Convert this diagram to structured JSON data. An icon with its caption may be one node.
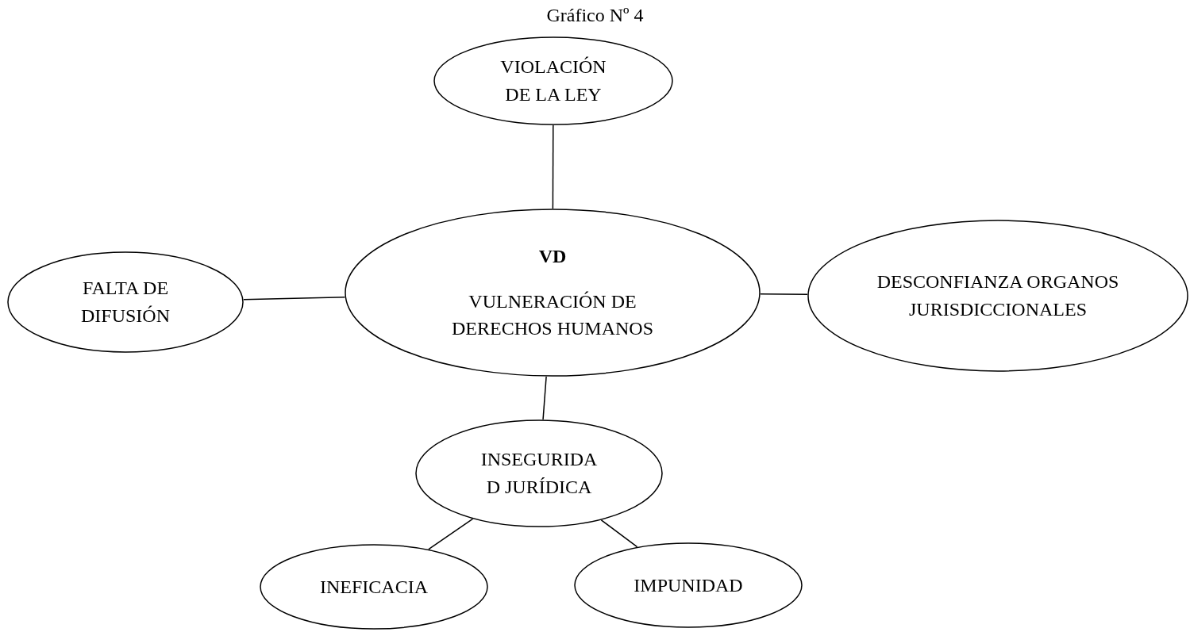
{
  "diagram": {
    "title": "Gráfico Nº 4",
    "nodes": [
      {
        "text": [
          "VIOLACIÓN DE LA LEY"
        ]
      },
      {
        "text": [
          "VD",
          "VULNERACIÓN DE DERECHOS HUMANOS"
        ]
      },
      {
        "text": [
          "FALTA DE DIFUSIÓN"
        ]
      },
      {
        "text": [
          "DESCONFIANZA ORGANOS JURISDICCIONALES"
        ]
      },
      {
        "text": [
          "INSEGURIDA D JURÍDICA"
        ]
      },
      {
        "text": [
          "INEFICACIA"
        ]
      },
      {
        "text": [
          "IMPUNIDAD"
        ]
      }
    ],
    "edges": [
      {
        "from": 0,
        "to": 1,
        "arrow": "none"
      },
      {
        "from": 2,
        "to": 1,
        "arrow": "none"
      },
      {
        "from": 1,
        "to": 3,
        "arrow": "none"
      },
      {
        "from": 1,
        "to": 4,
        "arrow": "none"
      },
      {
        "from": 4,
        "to": 5,
        "arrow": "none"
      },
      {
        "from": 4,
        "to": 6,
        "arrow": "none"
      }
    ]
  }
}
